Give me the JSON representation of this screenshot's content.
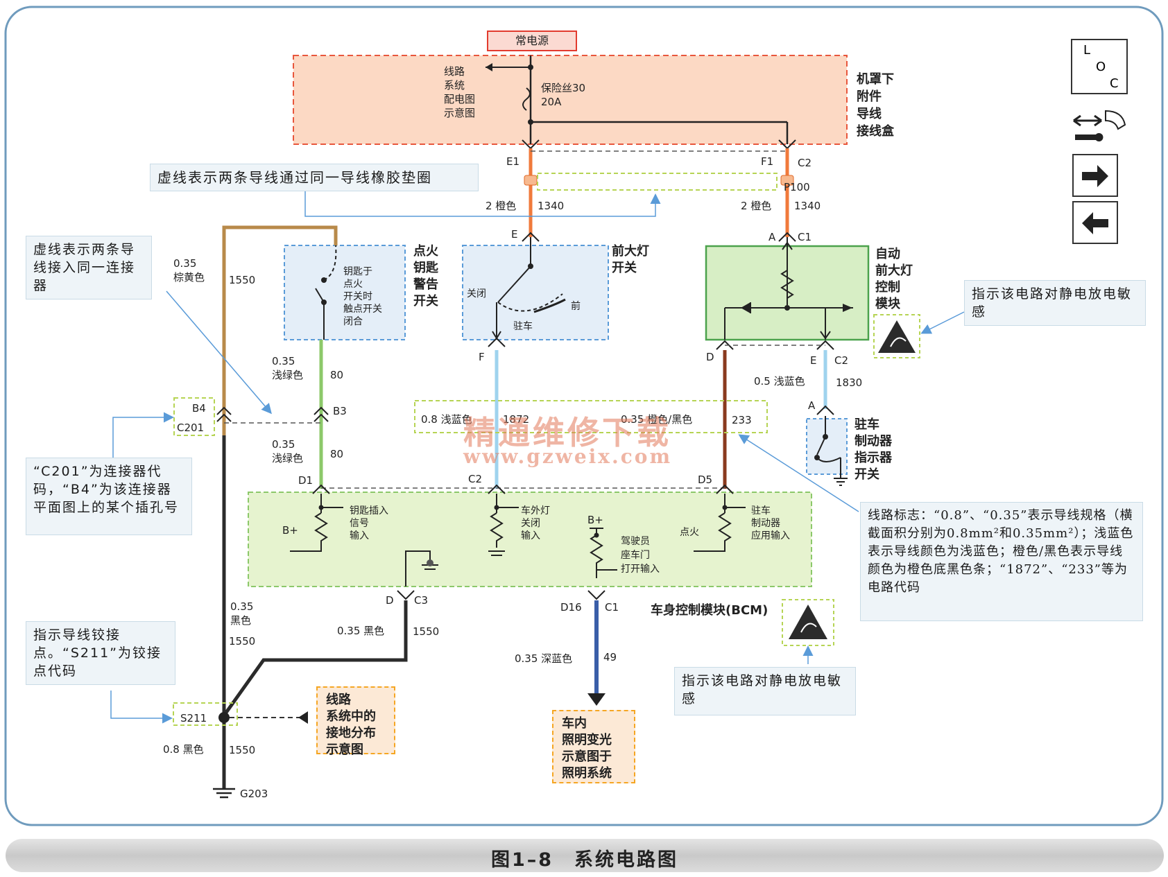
{
  "power_source": "常电源",
  "fuse_box": {
    "label": [
      "机罩下",
      "附件",
      "导线",
      "接线盒"
    ],
    "fuse": [
      "保险丝30",
      "20A"
    ],
    "ref": [
      "线路",
      "系统",
      "配电图",
      "示意图"
    ]
  },
  "connectors": {
    "e1": "E1",
    "f1": "F1",
    "c2_top": "C2",
    "p100": "P100",
    "e": "E",
    "f": "F",
    "a_c1": "A",
    "c1": "C1",
    "d": "D",
    "e_c2": "E",
    "c2_auto": "C2",
    "a_park": "A",
    "b4": "B4",
    "c201": "C201",
    "b3": "B3",
    "d1": "D1",
    "c2_bcm": "C2",
    "d5": "D5",
    "d_c3": "D",
    "c3": "C3",
    "d16": "D16",
    "c1_bcm": "C1",
    "s211": "S211",
    "g203": "G203",
    "b_plus_1": "B+",
    "b_plus_2": "B+"
  },
  "wires": {
    "w1340_left": [
      "2 橙色",
      "1340"
    ],
    "w1340_right": [
      "2 橙色",
      "1340"
    ],
    "w1550_top": [
      "0.35",
      "棕黄色",
      "1550"
    ],
    "w80_top": [
      "0.35",
      "浅绿色",
      "80"
    ],
    "w80_bot": [
      "0.35",
      "浅绿色",
      "80"
    ],
    "w1872": [
      "0.8 浅蓝色",
      "1872"
    ],
    "w233": [
      "0.35 橙色/黑色",
      "233"
    ],
    "w1830": [
      "0.5 浅蓝色",
      "1830"
    ],
    "w1550_black": [
      "0.35",
      "黑色",
      "1550"
    ],
    "w1550_c3": [
      "0.35 黑色",
      "1550"
    ],
    "w49": [
      "0.35 深蓝色",
      "49"
    ],
    "w1550_g": [
      "0.8 黑色",
      "1550"
    ]
  },
  "components": {
    "ignition_switch": [
      "点火",
      "钥匙",
      "警告",
      "开关"
    ],
    "ignition_contact": [
      "钥匙于",
      "点火",
      "开关时",
      "触点开关",
      "闭合"
    ],
    "headlamp_switch": [
      "前大灯",
      "开关"
    ],
    "headlamp_pos": {
      "off": "关闭",
      "park": "驻车",
      "front": "前"
    },
    "auto_headlamp": [
      "自动",
      "前大灯",
      "控制",
      "模块"
    ],
    "park_brake_switch": [
      "驻车",
      "制动器",
      "指示器",
      "开关"
    ],
    "bcm_label": "车身控制模块(BCM)",
    "bcm_inputs": {
      "key_in": [
        "钥匙插入",
        "信号",
        "输入"
      ],
      "ext_lamp": [
        "车外灯",
        "关闭",
        "输入"
      ],
      "driver_door": [
        "驾驶员",
        "座车门",
        "打开输入"
      ],
      "ignition": "点火",
      "park_brake": [
        "驻车",
        "制动器",
        "应用输入"
      ]
    }
  },
  "notes": {
    "grommet": "虚线表示两条导线通过同一导线橡胶垫圈",
    "same_connector": "虚线表示两条导线接入同一连接器",
    "connector_code": "“C201”为连接器代码，“B4”为该连接器平面图上的某个插孔号",
    "splice": "指示导线铰接点。“S211”为铰接点代码",
    "esd_1": "指示该电路对静电放电敏感",
    "esd_2": "指示该电路对静电放电敏感",
    "wire_spec": "线路标志：“0.8”、“0.35”表示导线规格（横截面积分别为0.8mm²和0.35mm²）；浅蓝色表示导线颜色为浅蓝色；橙色/黑色表示导线颜色为橙色底黑色条；“1872”、“233”等为电路代码",
    "ground_ref": [
      "线路",
      "系统中的",
      "接地分布",
      "示意图"
    ],
    "interior_ref": [
      "车内",
      "照明变光",
      "示意图于",
      "照明系统"
    ]
  },
  "legend_icon": [
    "L",
    "O",
    "C"
  ],
  "watermark": [
    "精通维修下载",
    "www.gzweix.com"
  ],
  "caption": "图1–8　系统电路图",
  "colors": {
    "orange_wire": "#f07a3c",
    "tan_wire": "#b88a4a",
    "green_wire": "#8cc86a",
    "lightblue_wire": "#9fd3ee",
    "brown_wire": "#8a3a1e",
    "black_wire": "#2b2b2b",
    "darkblue_wire": "#3a5ea8",
    "fusebox_fill": "#fcd9c4",
    "bcm_fill": "#e6f3cf",
    "auto_module_fill": "#d7eec5",
    "switch_fill": "#e4eef8"
  }
}
